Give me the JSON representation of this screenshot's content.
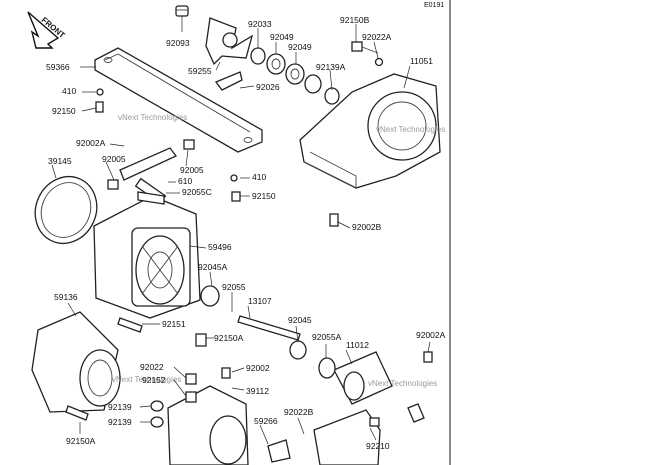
{
  "diagram": {
    "code": "E0191",
    "front_label": "FRONT",
    "watermark": "vNext Technologies",
    "callouts": [
      {
        "id": "92093"
      },
      {
        "id": "92033"
      },
      {
        "id": "92049"
      },
      {
        "id": "92049"
      },
      {
        "id": "92150B"
      },
      {
        "id": "92022A"
      },
      {
        "id": "59366"
      },
      {
        "id": "59255"
      },
      {
        "id": "92139A"
      },
      {
        "id": "11051"
      },
      {
        "id": "92026"
      },
      {
        "id": "410"
      },
      {
        "id": "92150"
      },
      {
        "id": "92002A"
      },
      {
        "id": "92005"
      },
      {
        "id": "92005"
      },
      {
        "id": "39145"
      },
      {
        "id": "610"
      },
      {
        "id": "92055C"
      },
      {
        "id": "410"
      },
      {
        "id": "92150"
      },
      {
        "id": "92002B"
      },
      {
        "id": "59496"
      },
      {
        "id": "92045A"
      },
      {
        "id": "92055"
      },
      {
        "id": "13107"
      },
      {
        "id": "59136"
      },
      {
        "id": "92151"
      },
      {
        "id": "92045"
      },
      {
        "id": "92055A"
      },
      {
        "id": "11012"
      },
      {
        "id": "92002A"
      },
      {
        "id": "92150A"
      },
      {
        "id": "92022"
      },
      {
        "id": "92002"
      },
      {
        "id": "92152"
      },
      {
        "id": "39112"
      },
      {
        "id": "92139"
      },
      {
        "id": "92139"
      },
      {
        "id": "92022B"
      },
      {
        "id": "59266"
      },
      {
        "id": "92150A"
      },
      {
        "id": "92210"
      }
    ]
  }
}
